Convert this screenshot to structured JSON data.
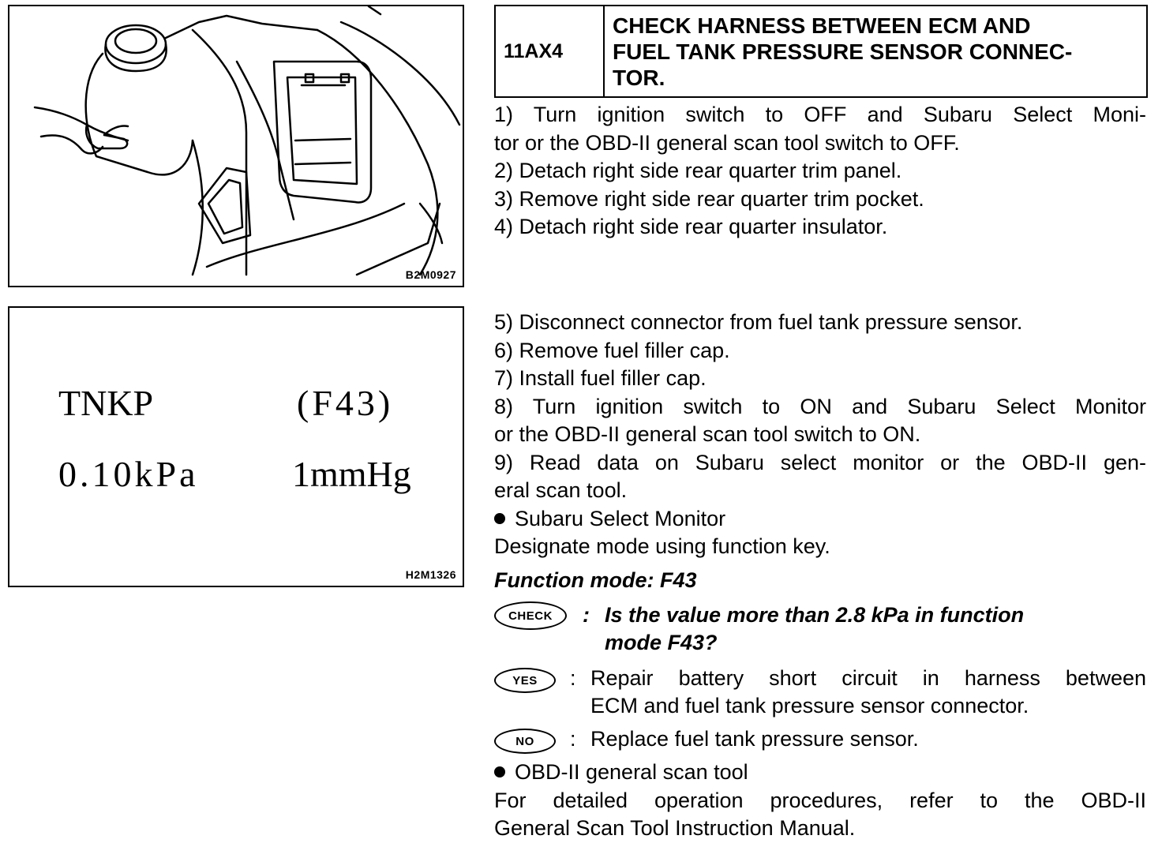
{
  "figure1": {
    "code": "B2M0927"
  },
  "figure2": {
    "code": "H2M1326",
    "lcd_line1_left": "TNKP",
    "lcd_line1_right": "(F43)",
    "lcd_line2_left": "0.10kPa",
    "lcd_line2_right": "1mmHg"
  },
  "step": {
    "id": "11AX4",
    "title_lines": [
      "CHECK HARNESS BETWEEN ECM AND",
      "FUEL TANK PRESSURE SENSOR CONNEC-",
      "TOR."
    ]
  },
  "instructions_a": [
    "1)  Turn ignition switch to OFF and Subaru Select Moni-",
    "tor or the OBD-II general scan tool switch to OFF.",
    "2)  Detach right side rear quarter trim panel.",
    "3)  Remove right side rear quarter trim pocket.",
    "4)  Detach right side rear quarter insulator."
  ],
  "instructions_b": [
    "5)  Disconnect connector from fuel tank pressure sensor.",
    "6)  Remove fuel filler cap.",
    "7)  Install fuel filler cap.",
    "8)  Turn ignition switch to ON and Subaru Select Monitor",
    "or the OBD-II general scan tool switch to ON.",
    "9)  Read data on Subaru select monitor or the OBD-II gen-",
    "eral scan tool."
  ],
  "bullet_ssm": "Subaru Select Monitor",
  "designate_text": "Designate mode using function key.",
  "function_mode": "Function mode: F43",
  "check": {
    "badge": "CHECK",
    "colon": ":",
    "lines": [
      "Is the value more than 2.8 kPa in function",
      "mode F43?"
    ]
  },
  "yes": {
    "badge": "YES",
    "colon": ":",
    "lines": [
      "Repair battery short circuit in harness between",
      "ECM and fuel tank pressure sensor connector."
    ]
  },
  "no": {
    "badge": "NO",
    "colon": ":",
    "lines": [
      "Replace fuel tank pressure sensor."
    ]
  },
  "bullet_obd": "OBD-II general scan tool",
  "detail_lines": [
    "For detailed operation procedures, refer to the OBD-II",
    "General Scan Tool Instruction Manual."
  ]
}
